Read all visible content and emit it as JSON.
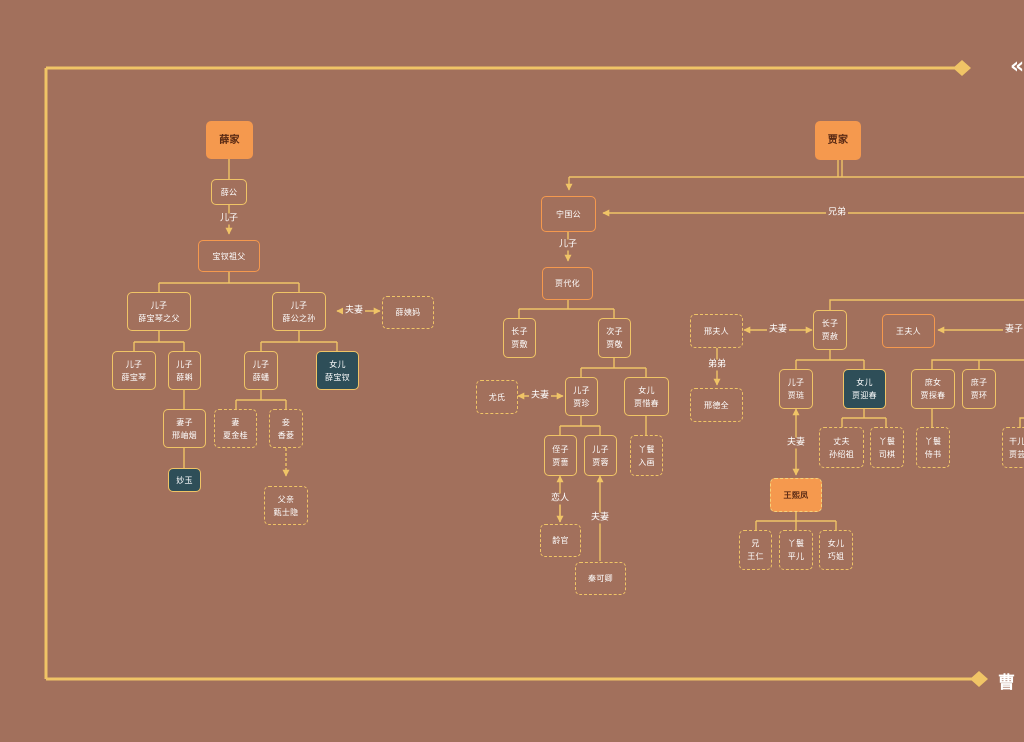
{
  "colors": {
    "background": "#a2705c",
    "line": "#f0c466",
    "accent": "#f5994e",
    "highlight": "#2e4e58"
  },
  "corner_symbol": "«",
  "footer_title": "曹",
  "nodes": {
    "xue_family": "薛家",
    "xue_gong": "薛公",
    "baoqin_father_grand": "宝钗祖父",
    "xue_baoqin_father": "儿子\n薛宝琴之父",
    "xue_gong_grandson": "儿子\n薛公之孙",
    "xue_yima": "薛姨妈",
    "xue_baoqin": "儿子\n薛宝琴",
    "xue_ke": "儿子\n薛蝌",
    "xue_pan": "儿子\n薛蟠",
    "xue_baochai": "女儿\n薛宝钗",
    "xing_xiuyan": "妻子\n邢岫烟",
    "xia_jingui": "妻\n夏金桂",
    "xiangling": "妾\n香菱",
    "miaoyu": "妙玉",
    "zhen_shiyin": "父亲\n甄士隐",
    "jia_family": "贾家",
    "ningguo_gong": "宁国公",
    "jia_daihua": "贾代化",
    "jia_fu": "长子\n贾敷",
    "jia_jing": "次子\n贾敬",
    "you_shi": "尤氏",
    "jia_zhen": "儿子\n贾珍",
    "jia_xichun": "女儿\n贾惜春",
    "jia_qiang": "侄子\n贾蔷",
    "jia_rong": "儿子\n贾蓉",
    "ruhua": "丫鬟\n入画",
    "lingguan": "龄官",
    "qin_keqing": "秦可卿",
    "lady_xing": "邢夫人",
    "xing_dequan": "邢德全",
    "jia_she": "长子\n贾赦",
    "lady_wang": "王夫人",
    "jia_lian": "儿子\n贾琏",
    "jia_yingchun": "女儿\n贾迎春",
    "jia_tanchun": "庶女\n贾探春",
    "jia_huan": "庶子\n贾环",
    "sun_shaozu": "丈夫\n孙绍祖",
    "siqi": "丫鬟\n司棋",
    "daishu": "丫鬟\n侍书",
    "partial_right": "干儿\n贾芸",
    "wang_xifeng": "王熙凤",
    "wang_ren": "兄\n王仁",
    "ping_er": "丫鬟\n平儿",
    "qiao_jie": "女儿\n巧姐"
  },
  "relations": {
    "son": "儿子",
    "spouse": "夫妻",
    "brother": "兄弟",
    "younger_brother": "弟弟",
    "lover": "恋人",
    "wife_partial": "妻子"
  }
}
